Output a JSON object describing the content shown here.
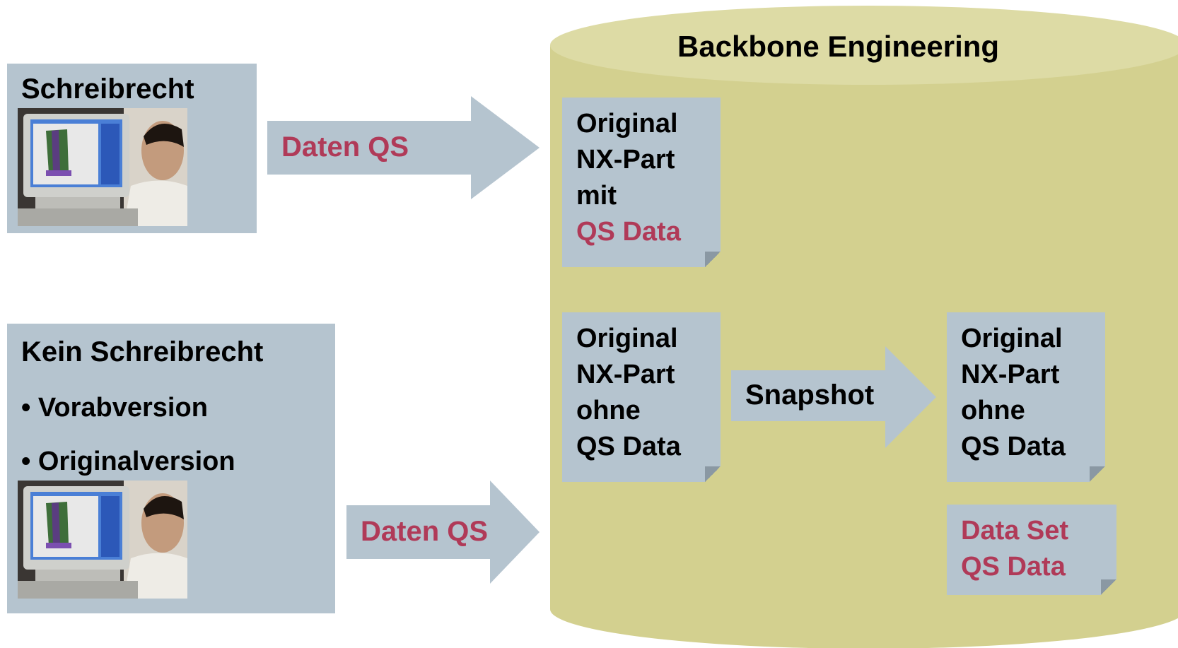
{
  "database": {
    "title": "Backbone Engineering"
  },
  "left_top": {
    "title": "Schreibrecht"
  },
  "left_bottom": {
    "title": "Kein Schreibrecht",
    "bullets": [
      "• Vorabversion",
      "• Originalversion"
    ]
  },
  "arrows": {
    "top_label": "Daten QS",
    "bottom_label": "Daten QS",
    "snapshot_label": "Snapshot"
  },
  "notes": {
    "with_qs": {
      "lines": [
        "Original",
        "NX-Part",
        "mit"
      ],
      "highlight": "QS Data"
    },
    "without_qs": {
      "lines": [
        "Original",
        "NX-Part",
        "ohne",
        "QS Data"
      ]
    },
    "snapshot_result": {
      "lines": [
        "Original",
        "NX-Part",
        "ohne",
        "QS Data"
      ]
    },
    "data_set": {
      "lines": [
        "Data Set",
        "QS Data"
      ]
    }
  },
  "colors": {
    "box_fill": "#b5c4cf",
    "cylinder_body": "#d3d08f",
    "cylinder_top": "#dddba5",
    "highlight_text": "#b03a58"
  }
}
